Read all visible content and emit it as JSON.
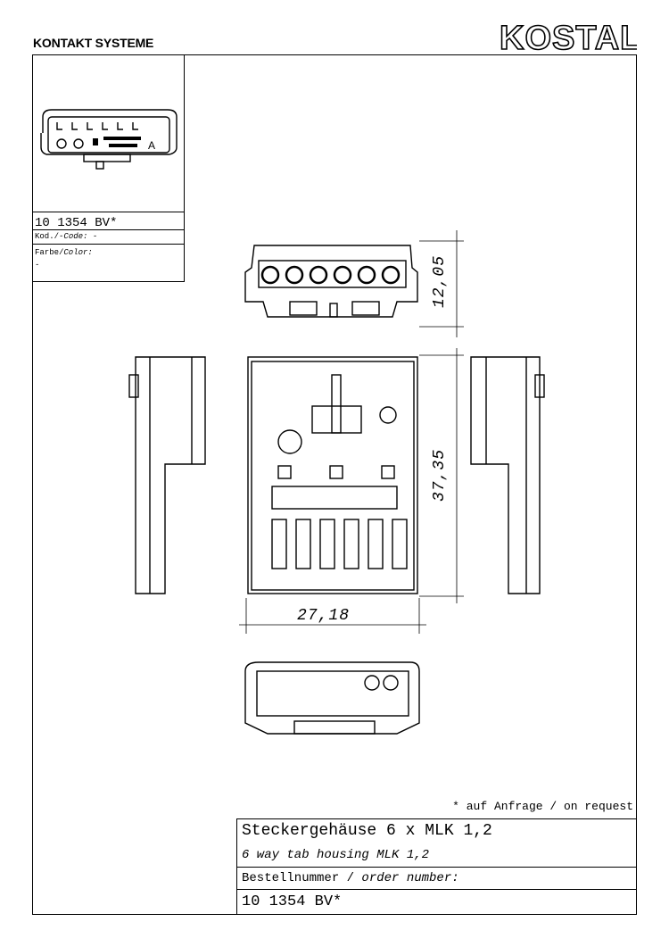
{
  "header": {
    "company_left": "KONTAKT SYSTEME",
    "logo_text": "KOSTAL"
  },
  "info": {
    "part_number": "10 1354 BV*",
    "code_label": "Kod./",
    "code_label_en": "-Code:",
    "code_value": "-",
    "color_label": "Farbe/",
    "color_label_en": "Color:",
    "color_value": "-"
  },
  "dimensions": {
    "height": "12,05",
    "length": "37,35",
    "width": "27,18"
  },
  "footer": {
    "request_note": "* auf Anfrage / on request",
    "title_de": "Steckergehäuse 6 x MLK 1,2",
    "title_en": "6 way tab housing MLK 1,2",
    "order_label_de": "Bestellnummer / ",
    "order_label_en": "order number:",
    "order_number": "10 1354 BV*"
  }
}
